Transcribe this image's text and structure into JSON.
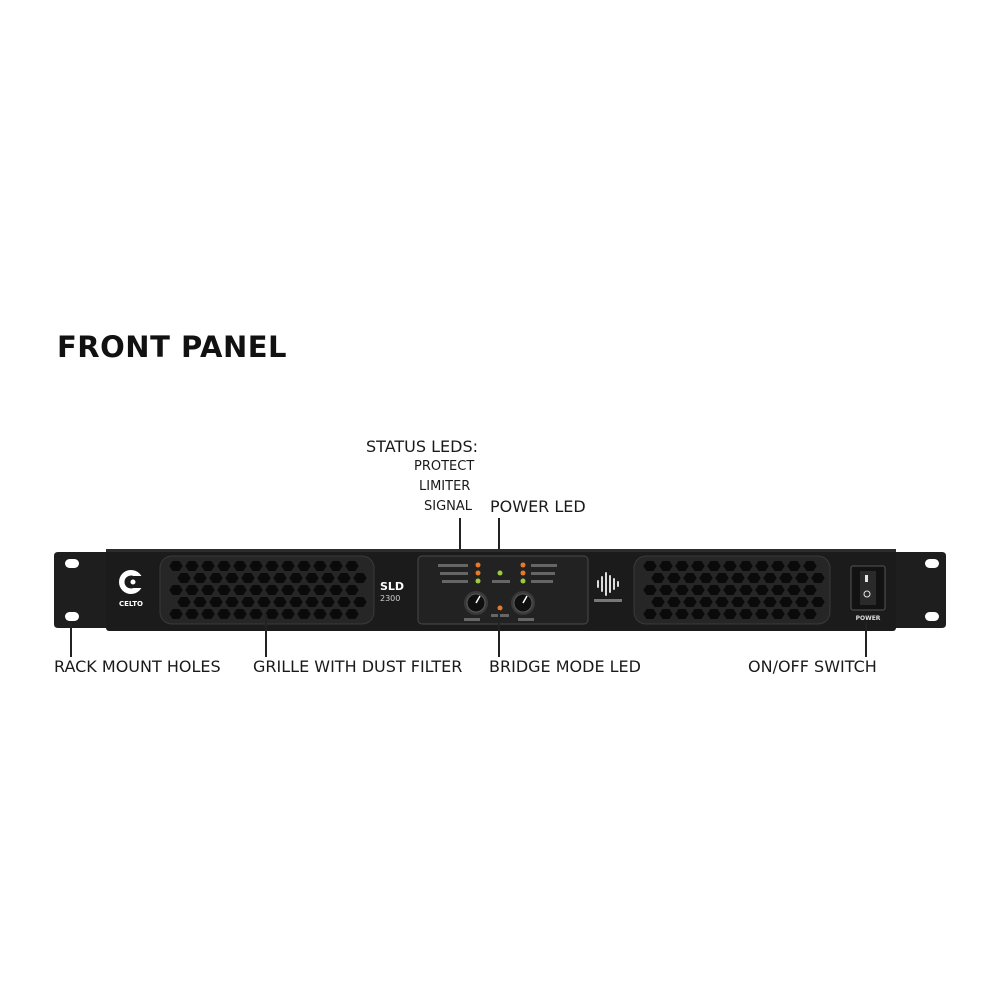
{
  "title": "FRONT PANEL",
  "status_leds": {
    "heading": "STATUS LEDS:",
    "items": [
      "PROTECT",
      "LIMITER",
      "SIGNAL"
    ]
  },
  "labels": {
    "power_led": "POWER LED",
    "rack_mount_holes": "RACK MOUNT HOLES",
    "grille": "GRILLE WITH DUST FILTER",
    "bridge_mode_led": "BRIDGE MODE LED",
    "onoff_switch": "ON/OFF SWITCH"
  },
  "device": {
    "brand": "CELTO",
    "model": "SLD",
    "model_number": "2300",
    "power_text": "POWER"
  },
  "colors": {
    "panel": "#1c1c1c",
    "led_orange": "#e8792a",
    "led_green": "#9ccc3c"
  }
}
